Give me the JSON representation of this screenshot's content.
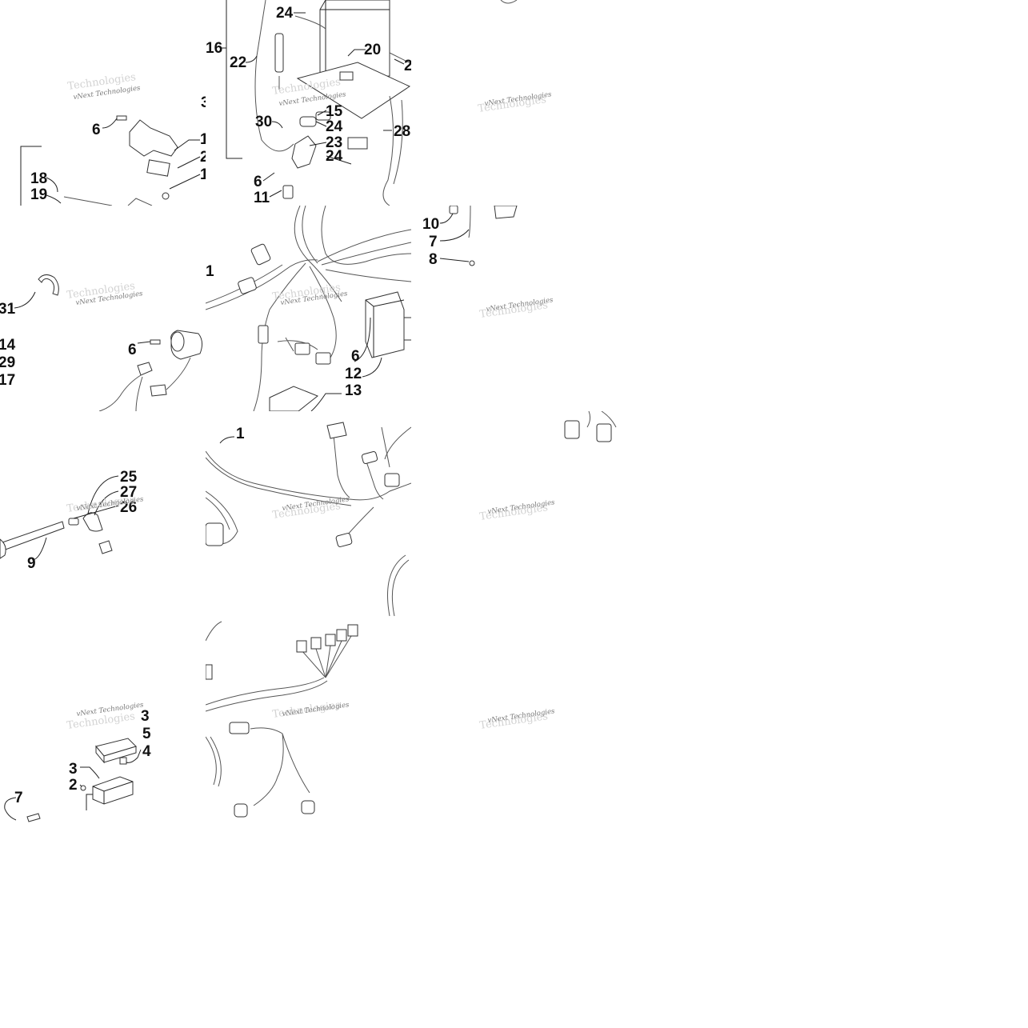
{
  "watermark": {
    "line1": "vNext Technologies",
    "line2": "Technologies"
  },
  "tiles": {
    "r0c0": {
      "callouts": [
        "6",
        "1",
        "2",
        "1",
        "3",
        "18",
        "19"
      ]
    },
    "r0c1": {
      "callouts": [
        "24",
        "16",
        "22",
        "20",
        "2",
        "30",
        "15",
        "24",
        "23",
        "24",
        "28",
        "6",
        "11"
      ]
    },
    "r1c0": {
      "callouts": [
        "31",
        "14",
        "29",
        "17",
        "6"
      ]
    },
    "r1c1": {
      "callouts": [
        "1",
        "6",
        "12",
        "13"
      ]
    },
    "r1c2": {
      "callouts": [
        "10",
        "7",
        "8"
      ]
    },
    "r2c0": {
      "callouts": [
        "25",
        "27",
        "26",
        "9"
      ]
    },
    "r2c1": {
      "callouts": [
        "1"
      ]
    },
    "r3c0": {
      "callouts": [
        "3",
        "5",
        "4",
        "3",
        "2",
        "7"
      ]
    }
  }
}
